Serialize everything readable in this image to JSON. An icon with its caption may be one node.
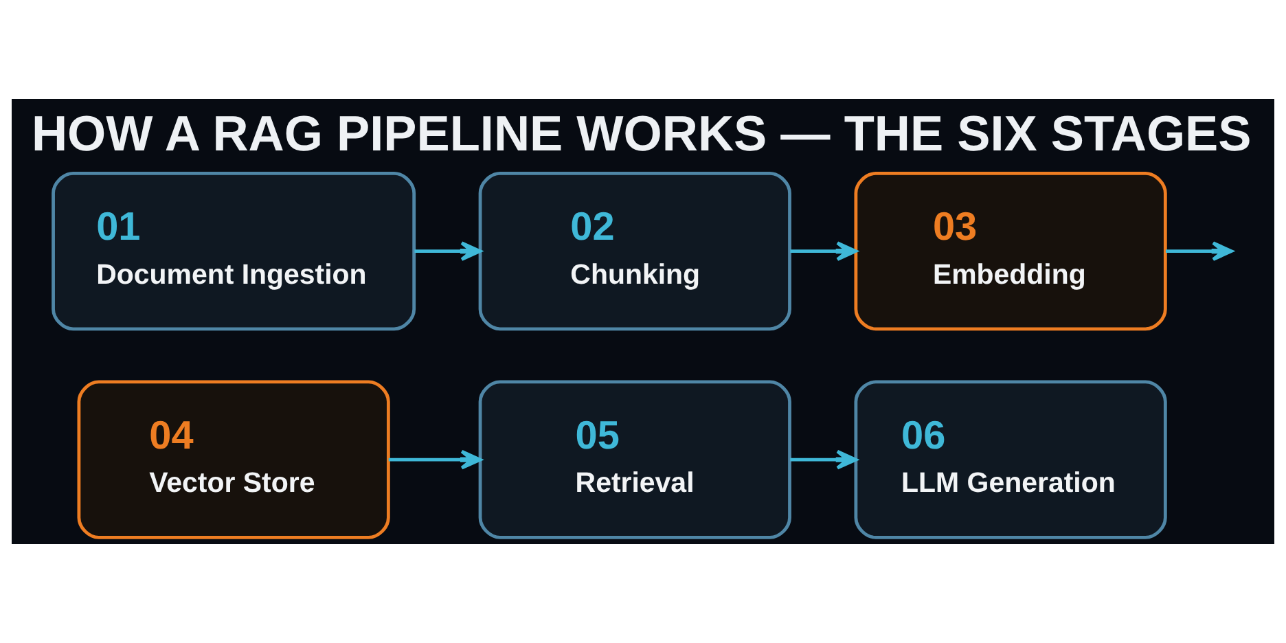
{
  "diagram": {
    "title": "HOW A RAG PIPELINE WORKS — THE SIX STAGES",
    "nodes": [
      {
        "text": [
          "01",
          "Document Ingestion"
        ]
      },
      {
        "text": [
          "02",
          "Chunking"
        ]
      },
      {
        "text": [
          "03",
          "Embedding"
        ]
      },
      {
        "text": [
          "04",
          "Vector Store"
        ]
      },
      {
        "text": [
          "05",
          "Retrieval"
        ]
      },
      {
        "text": [
          "06",
          "LLM Generation"
        ]
      }
    ],
    "edges": [
      {
        "from": 0,
        "to": 1,
        "arrow": "to"
      },
      {
        "from": 1,
        "to": 2,
        "arrow": "to"
      },
      {
        "from": 2,
        "to": null,
        "arrow": "to"
      },
      {
        "from": 3,
        "to": 4,
        "arrow": "to"
      },
      {
        "from": 4,
        "to": 5,
        "arrow": "to"
      }
    ]
  }
}
